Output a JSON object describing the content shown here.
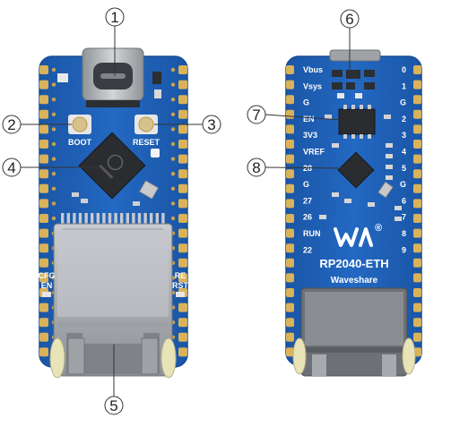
{
  "front_board": {
    "button_labels": [
      "BOOT",
      "RESET"
    ],
    "jumper_labels": [
      {
        "lines": [
          "CFG",
          "EN"
        ]
      },
      {
        "lines": [
          "RE",
          "RST"
        ]
      }
    ]
  },
  "back_board": {
    "left_pins": [
      "Vbus",
      "Vsys",
      "G",
      "EN",
      "3V3",
      "VREF",
      "28",
      "G",
      "27",
      "26",
      "RUN",
      "22"
    ],
    "right_pins": [
      "0",
      "1",
      "G",
      "2",
      "3",
      "4",
      "5",
      "G",
      "6",
      "7",
      "8",
      "9"
    ],
    "product_name": "RP2040-ETH",
    "brand": "Waveshare",
    "registered_mark": "®"
  },
  "callouts": [
    {
      "number": "1"
    },
    {
      "number": "2"
    },
    {
      "number": "3"
    },
    {
      "number": "4"
    },
    {
      "number": "5"
    },
    {
      "number": "6"
    },
    {
      "number": "7"
    },
    {
      "number": "8"
    }
  ],
  "colors": {
    "pcb_blue": "#1f5fb4",
    "pcb_edge": "#184c92",
    "pad_gold": "#d9b25a",
    "metal": "#b8bcc0",
    "chip": "#2a2c30",
    "silkscreen": "#ffffff"
  }
}
